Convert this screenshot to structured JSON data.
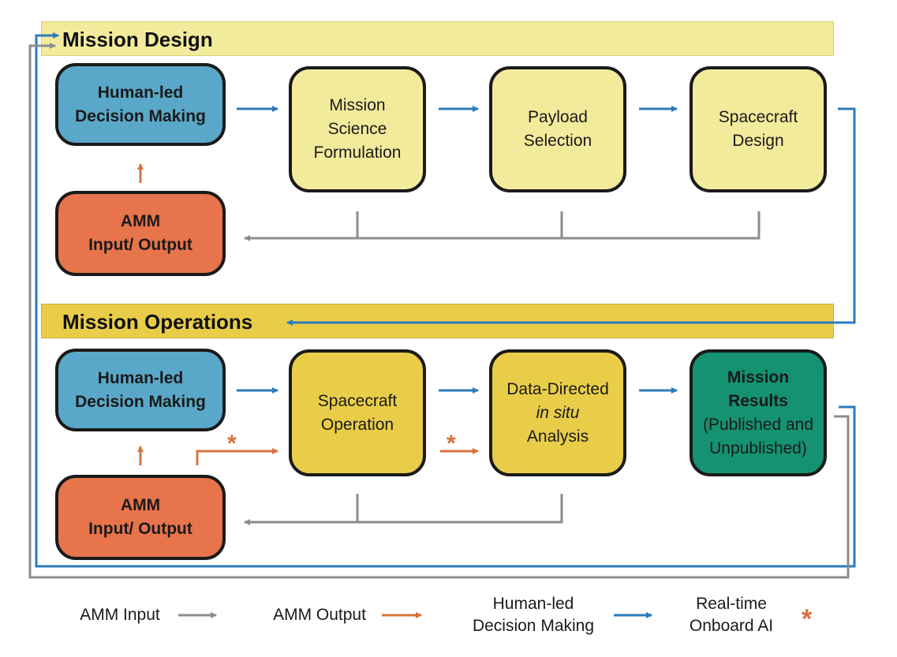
{
  "colors": {
    "blue_box": "#5aa8c9",
    "orange_box": "#e8744b",
    "light_yellow": "#f3eb9c",
    "dark_yellow": "#e9cd49",
    "green_box": "#149271",
    "input_arrow": "#8c8c8c",
    "output_arrow": "#d7733d",
    "decision_arrow": "#2b7bbd"
  },
  "mission_design": {
    "title": "Mission Design",
    "human_box": "Human-led\nDecision Making",
    "amm_box": "AMM\nInput/ Output",
    "step1": "Mission\nScience\nFormulation",
    "step2": "Payload\nSelection",
    "step3": "Spacecraft\nDesign"
  },
  "mission_operations": {
    "title": "Mission Operations",
    "human_box": "Human-led\nDecision Making",
    "amm_box": "AMM\nInput/ Output",
    "step1": "Spacecraft\nOperation",
    "step2_line1": "Data-Directed",
    "step2_line2_italic": "in situ",
    "step2_line3": "Analysis",
    "step3_bold": "Mission\nResults",
    "step3_rest": "(Published and\nUnpublished)",
    "star_symbol": "*"
  },
  "legend": {
    "amm_input": "AMM Input",
    "amm_output": "AMM Output",
    "human_led": "Human-led\nDecision Making",
    "realtime_ai": "Real-time\nOnboard AI",
    "star_symbol": "*",
    "icons": [
      "gray-arrow-icon",
      "orange-arrow-icon",
      "blue-arrow-icon",
      "orange-asterisk-icon"
    ]
  }
}
